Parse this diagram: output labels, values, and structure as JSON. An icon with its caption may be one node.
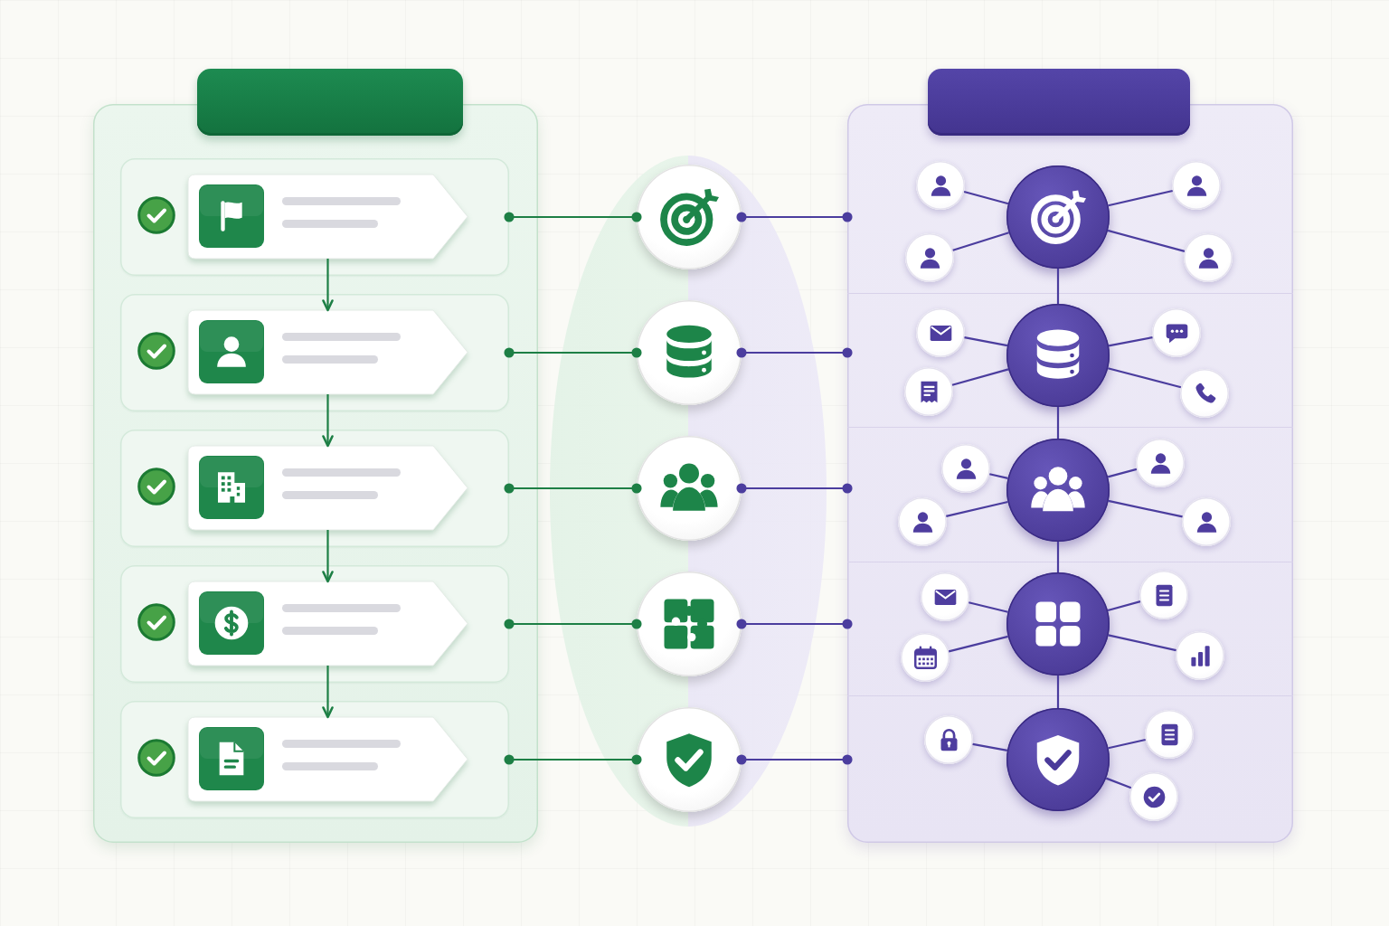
{
  "diagram": {
    "nodes": [
      {
        "text": [],
        "shape": "bar"
      },
      {
        "text": [],
        "shape": "box"
      },
      {
        "text": [],
        "shape": "box",
        "in": 1
      },
      {
        "text": [],
        "shape": "tag",
        "in": 2
      },
      {
        "text": [],
        "shape": "box",
        "in": 1
      },
      {
        "text": [],
        "shape": "tag",
        "in": 4
      },
      {
        "text": [],
        "shape": "box",
        "in": 1
      },
      {
        "text": [],
        "shape": "tag",
        "in": 6
      },
      {
        "text": [],
        "shape": "box",
        "in": 1
      },
      {
        "text": [],
        "shape": "tag",
        "in": 8
      },
      {
        "text": [],
        "shape": "box",
        "in": 1
      },
      {
        "text": [],
        "shape": "tag",
        "in": 10
      },
      {
        "text": [],
        "shape": "circle"
      },
      {
        "text": [],
        "shape": "circle"
      },
      {
        "text": [],
        "shape": "circle"
      },
      {
        "text": [],
        "shape": "circle"
      },
      {
        "text": [],
        "shape": "circle"
      },
      {
        "text": [],
        "shape": "bar"
      },
      {
        "text": [],
        "shape": "box"
      },
      {
        "text": [],
        "shape": "band",
        "in": 18
      },
      {
        "text": [],
        "shape": "circle",
        "in": 19
      },
      {
        "text": [],
        "shape": "circle",
        "in": 19
      },
      {
        "text": [],
        "shape": "circle",
        "in": 19
      },
      {
        "text": [],
        "shape": "circle",
        "in": 19
      },
      {
        "text": [],
        "shape": "circle",
        "in": 19
      },
      {
        "text": [],
        "shape": "band",
        "in": 18
      },
      {
        "text": [],
        "shape": "circle",
        "in": 25
      },
      {
        "text": [],
        "shape": "circle",
        "in": 25
      },
      {
        "text": [],
        "shape": "circle",
        "in": 25
      },
      {
        "text": [],
        "shape": "circle",
        "in": 25
      },
      {
        "text": [],
        "shape": "circle",
        "in": 25
      },
      {
        "text": [],
        "shape": "band",
        "in": 18
      },
      {
        "text": [],
        "shape": "circle",
        "in": 31
      },
      {
        "text": [],
        "shape": "circle",
        "in": 31
      },
      {
        "text": [],
        "shape": "circle",
        "in": 31
      },
      {
        "text": [],
        "shape": "circle",
        "in": 31
      },
      {
        "text": [],
        "shape": "circle",
        "in": 31
      },
      {
        "text": [],
        "shape": "band",
        "in": 18
      },
      {
        "text": [],
        "shape": "circle",
        "in": 37
      },
      {
        "text": [],
        "shape": "circle",
        "in": 37
      },
      {
        "text": [],
        "shape": "circle",
        "in": 37
      },
      {
        "text": [],
        "shape": "circle",
        "in": 37
      },
      {
        "text": [],
        "shape": "circle",
        "in": 37
      },
      {
        "text": [],
        "shape": "band",
        "in": 18
      },
      {
        "text": [],
        "shape": "circle",
        "in": 43
      },
      {
        "text": [],
        "shape": "circle",
        "in": 43
      },
      {
        "text": [],
        "shape": "circle",
        "in": 43
      },
      {
        "text": [],
        "shape": "circle",
        "in": 43
      }
    ],
    "edges": [
      {
        "from": 3,
        "to": 5,
        "arrow": "to",
        "color": "#1d7f45"
      },
      {
        "from": 5,
        "to": 7,
        "arrow": "to",
        "color": "#1d7f45"
      },
      {
        "from": 7,
        "to": 9,
        "arrow": "to",
        "color": "#1d7f45"
      },
      {
        "from": 9,
        "to": 11,
        "arrow": "to",
        "color": "#1d7f45"
      },
      {
        "from": 2,
        "to": 12,
        "arrow": "other",
        "color": "#1d7f45"
      },
      {
        "from": 4,
        "to": 13,
        "arrow": "other",
        "color": "#1d7f45"
      },
      {
        "from": 6,
        "to": 14,
        "arrow": "other",
        "color": "#1d7f45"
      },
      {
        "from": 8,
        "to": 15,
        "arrow": "other",
        "color": "#1d7f45"
      },
      {
        "from": 10,
        "to": 16,
        "arrow": "other",
        "color": "#1d7f45"
      },
      {
        "from": 12,
        "to": 19,
        "arrow": "other"
      },
      {
        "from": 13,
        "to": 25,
        "arrow": "other"
      },
      {
        "from": 14,
        "to": 31,
        "arrow": "other"
      },
      {
        "from": 15,
        "to": 37,
        "arrow": "other"
      },
      {
        "from": 16,
        "to": 43,
        "arrow": "other"
      },
      {
        "from": 20,
        "to": 26,
        "arrow": "none"
      },
      {
        "from": 26,
        "to": 32,
        "arrow": "none"
      },
      {
        "from": 32,
        "to": 38,
        "arrow": "none"
      },
      {
        "from": 38,
        "to": 44,
        "arrow": "none"
      },
      {
        "from": 20,
        "to": 21,
        "arrow": "none"
      },
      {
        "from": 20,
        "to": 22,
        "arrow": "none"
      },
      {
        "from": 20,
        "to": 23,
        "arrow": "none"
      },
      {
        "from": 20,
        "to": 24,
        "arrow": "none"
      },
      {
        "from": 26,
        "to": 27,
        "arrow": "none"
      },
      {
        "from": 26,
        "to": 28,
        "arrow": "none"
      },
      {
        "from": 26,
        "to": 29,
        "arrow": "none"
      },
      {
        "from": 26,
        "to": 30,
        "arrow": "none"
      },
      {
        "from": 32,
        "to": 33,
        "arrow": "none"
      },
      {
        "from": 32,
        "to": 34,
        "arrow": "none"
      },
      {
        "from": 32,
        "to": 35,
        "arrow": "none"
      },
      {
        "from": 32,
        "to": 36,
        "arrow": "none"
      },
      {
        "from": 38,
        "to": 39,
        "arrow": "none"
      },
      {
        "from": 38,
        "to": 40,
        "arrow": "none"
      },
      {
        "from": 38,
        "to": 41,
        "arrow": "none"
      },
      {
        "from": 38,
        "to": 42,
        "arrow": "none"
      },
      {
        "from": 44,
        "to": 45,
        "arrow": "none"
      },
      {
        "from": 44,
        "to": 46,
        "arrow": "none"
      },
      {
        "from": 44,
        "to": 47,
        "arrow": "none"
      }
    ]
  }
}
